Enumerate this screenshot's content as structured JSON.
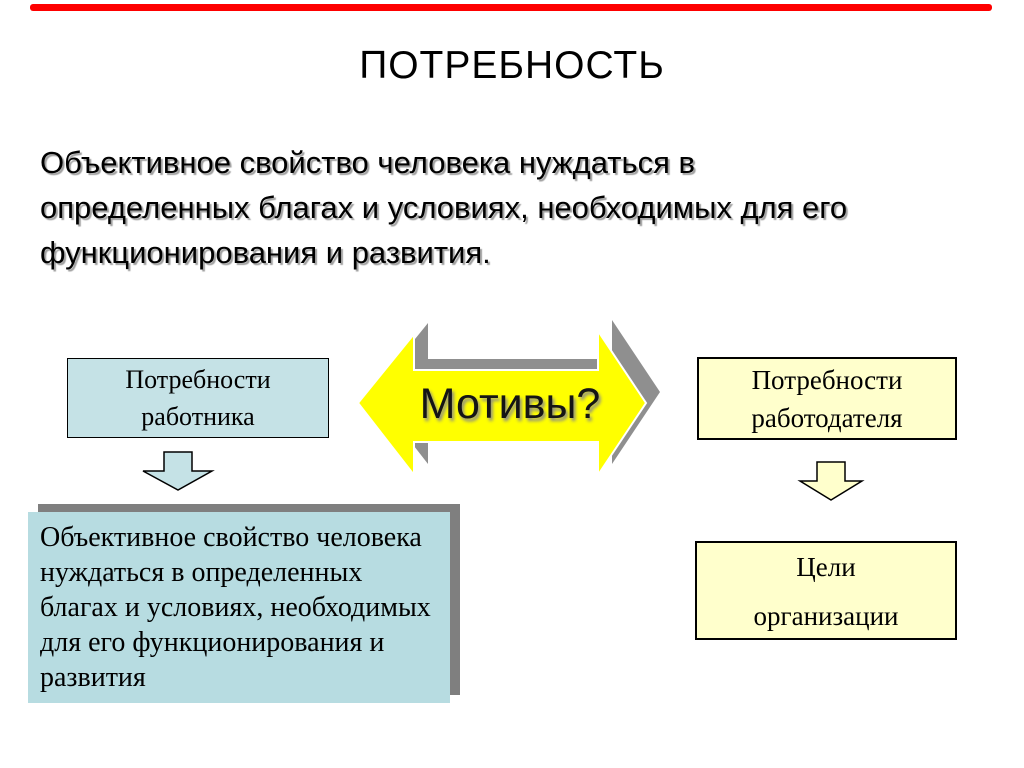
{
  "slide": {
    "accent_bar_color": "#fe0000",
    "title": "ПОТРЕБНОСТЬ",
    "definition": "Объективное свойство человека нуждаться в\nопределенных благах и условиях, необходимых для его\nфункционирования и развития.",
    "diagram": {
      "worker_box": {
        "label": "Потребности\nработника",
        "fill": "#c5e2e6"
      },
      "employer_box": {
        "label": "Потребности\nработодателя",
        "fill": "#ffffcc"
      },
      "motives_arrow": {
        "label": "Мотивы?",
        "fill": "#ffff00",
        "shadow_color": "#8f8f8f"
      },
      "worker_down_arrow": {
        "fill": "#c5e2e6"
      },
      "employer_down_arrow": {
        "fill": "#ffffcc"
      },
      "definition_box": {
        "label": "Объективное свойство человека\nнуждаться в определенных\nблагах и условиях, необходимых\nдля его функционирования и\nразвития",
        "fill": "#b7dce1",
        "shadow_color": "#7f7f7f"
      },
      "goals_box": {
        "label": "Цели\nорганизации",
        "fill": "#ffffcc"
      }
    }
  }
}
